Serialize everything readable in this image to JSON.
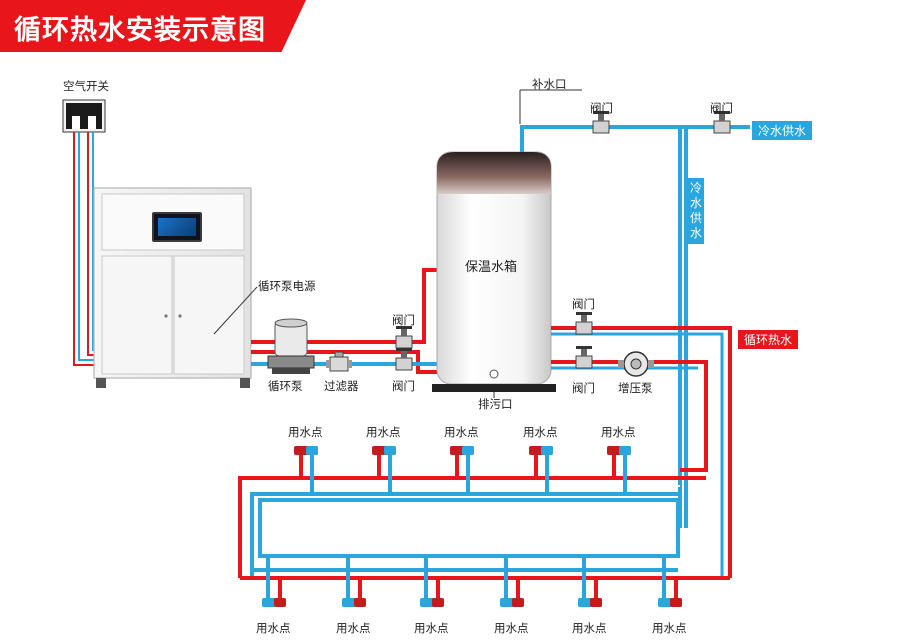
{
  "title": "循环热水安装示意图",
  "colors": {
    "hot": "#e8161b",
    "cold": "#29a6de",
    "title_bg": "#e8161b"
  },
  "labels": {
    "air_switch": "空气开关",
    "pump_power": "循环泵电源",
    "circulation_pump": "循环泵",
    "filter": "过滤器",
    "valve_upper_left": "阀门",
    "valve_lower_left": "阀门",
    "tank": "保温水箱",
    "drain": "排污口",
    "refill": "补水口",
    "valve_top_1": "阀门",
    "valve_top_2": "阀门",
    "cold_supply_tag": "冷水供水",
    "cold_supply_vertical": "冷水供水",
    "valve_right_upper": "阀门",
    "valve_right_lower": "阀门",
    "booster_pump": "增压泵",
    "circ_hot_tag": "循环热水"
  },
  "upper_points": [
    "用水点",
    "用水点",
    "用水点",
    "用水点",
    "用水点"
  ],
  "lower_points": [
    "用水点",
    "用水点",
    "用水点",
    "用水点",
    "用水点",
    "用水点"
  ]
}
